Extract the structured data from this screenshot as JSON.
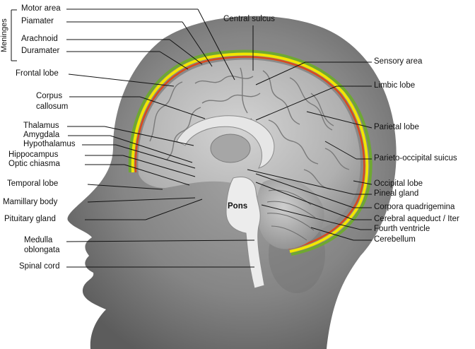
{
  "labels_left": {
    "meninges": "Meninges",
    "motor_area": "Motor area",
    "piamater": "Piamater",
    "arachnoid": "Arachnoid",
    "duramater": "Duramater",
    "frontal_lobe": "Frontal lobe",
    "corpus_callosum_1": "Corpus",
    "corpus_callosum_2": "callosum",
    "thalamus": "Thalamus",
    "amygdala": "Amygdala",
    "hypothalamus": "Hypothalamus",
    "hippocampus": "Hippocampus",
    "optic_chiasma": "Optic chiasma",
    "temporal_lobe": "Temporal lobe",
    "mamillary_body": "Mamillary body",
    "pituitary_gland": "Pituitary gland",
    "medulla_1": "Medulla",
    "medulla_2": "oblongata",
    "spinal_cord": "Spinal cord"
  },
  "labels_right": {
    "central_sulcus": "Central sulcus",
    "sensory_area": "Sensory area",
    "limbic_lobe": "Limbic lobe",
    "parietal_lobe": "Parietal lobe",
    "parieto_occipital": "Parieto-occipital suicus",
    "occipital_lobe": "Occipital lobe",
    "pineal_gland": "Pineal gland",
    "corpora_quadrigemina": "Corpora quadrigemina",
    "cerebral_aqueduct": "Cerebral aqueduct / Iter",
    "fourth_ventricle": "Fourth ventricle",
    "cerebellum": "Cerebellum"
  },
  "labels_inner": {
    "pons": "Pons"
  },
  "colors": {
    "skin": "#8c8c8c",
    "brain": "#bdbdbd",
    "piamater": "#d94a1e",
    "arachnoid": "#f2e600",
    "duramater": "#6fa832",
    "leader": "#111111"
  }
}
